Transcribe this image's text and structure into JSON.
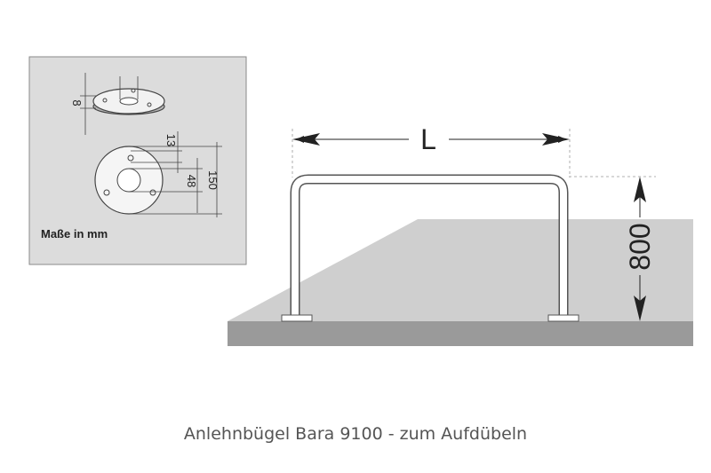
{
  "inset": {
    "dim_thickness": "8",
    "dim_hole": "13",
    "dim_bore": "48",
    "dim_diameter": "150",
    "units_label": "Maße in mm"
  },
  "main": {
    "length_label": "L",
    "height_label": "800"
  },
  "caption": "Anlehnbügel Bara 9100 - zum Aufdübeln",
  "colors": {
    "inset_bg": "#dcdcdc",
    "surface_top": "#cfcfcf",
    "surface_front": "#9a9a9a",
    "line": "#222222",
    "bar": "#ffffff"
  }
}
